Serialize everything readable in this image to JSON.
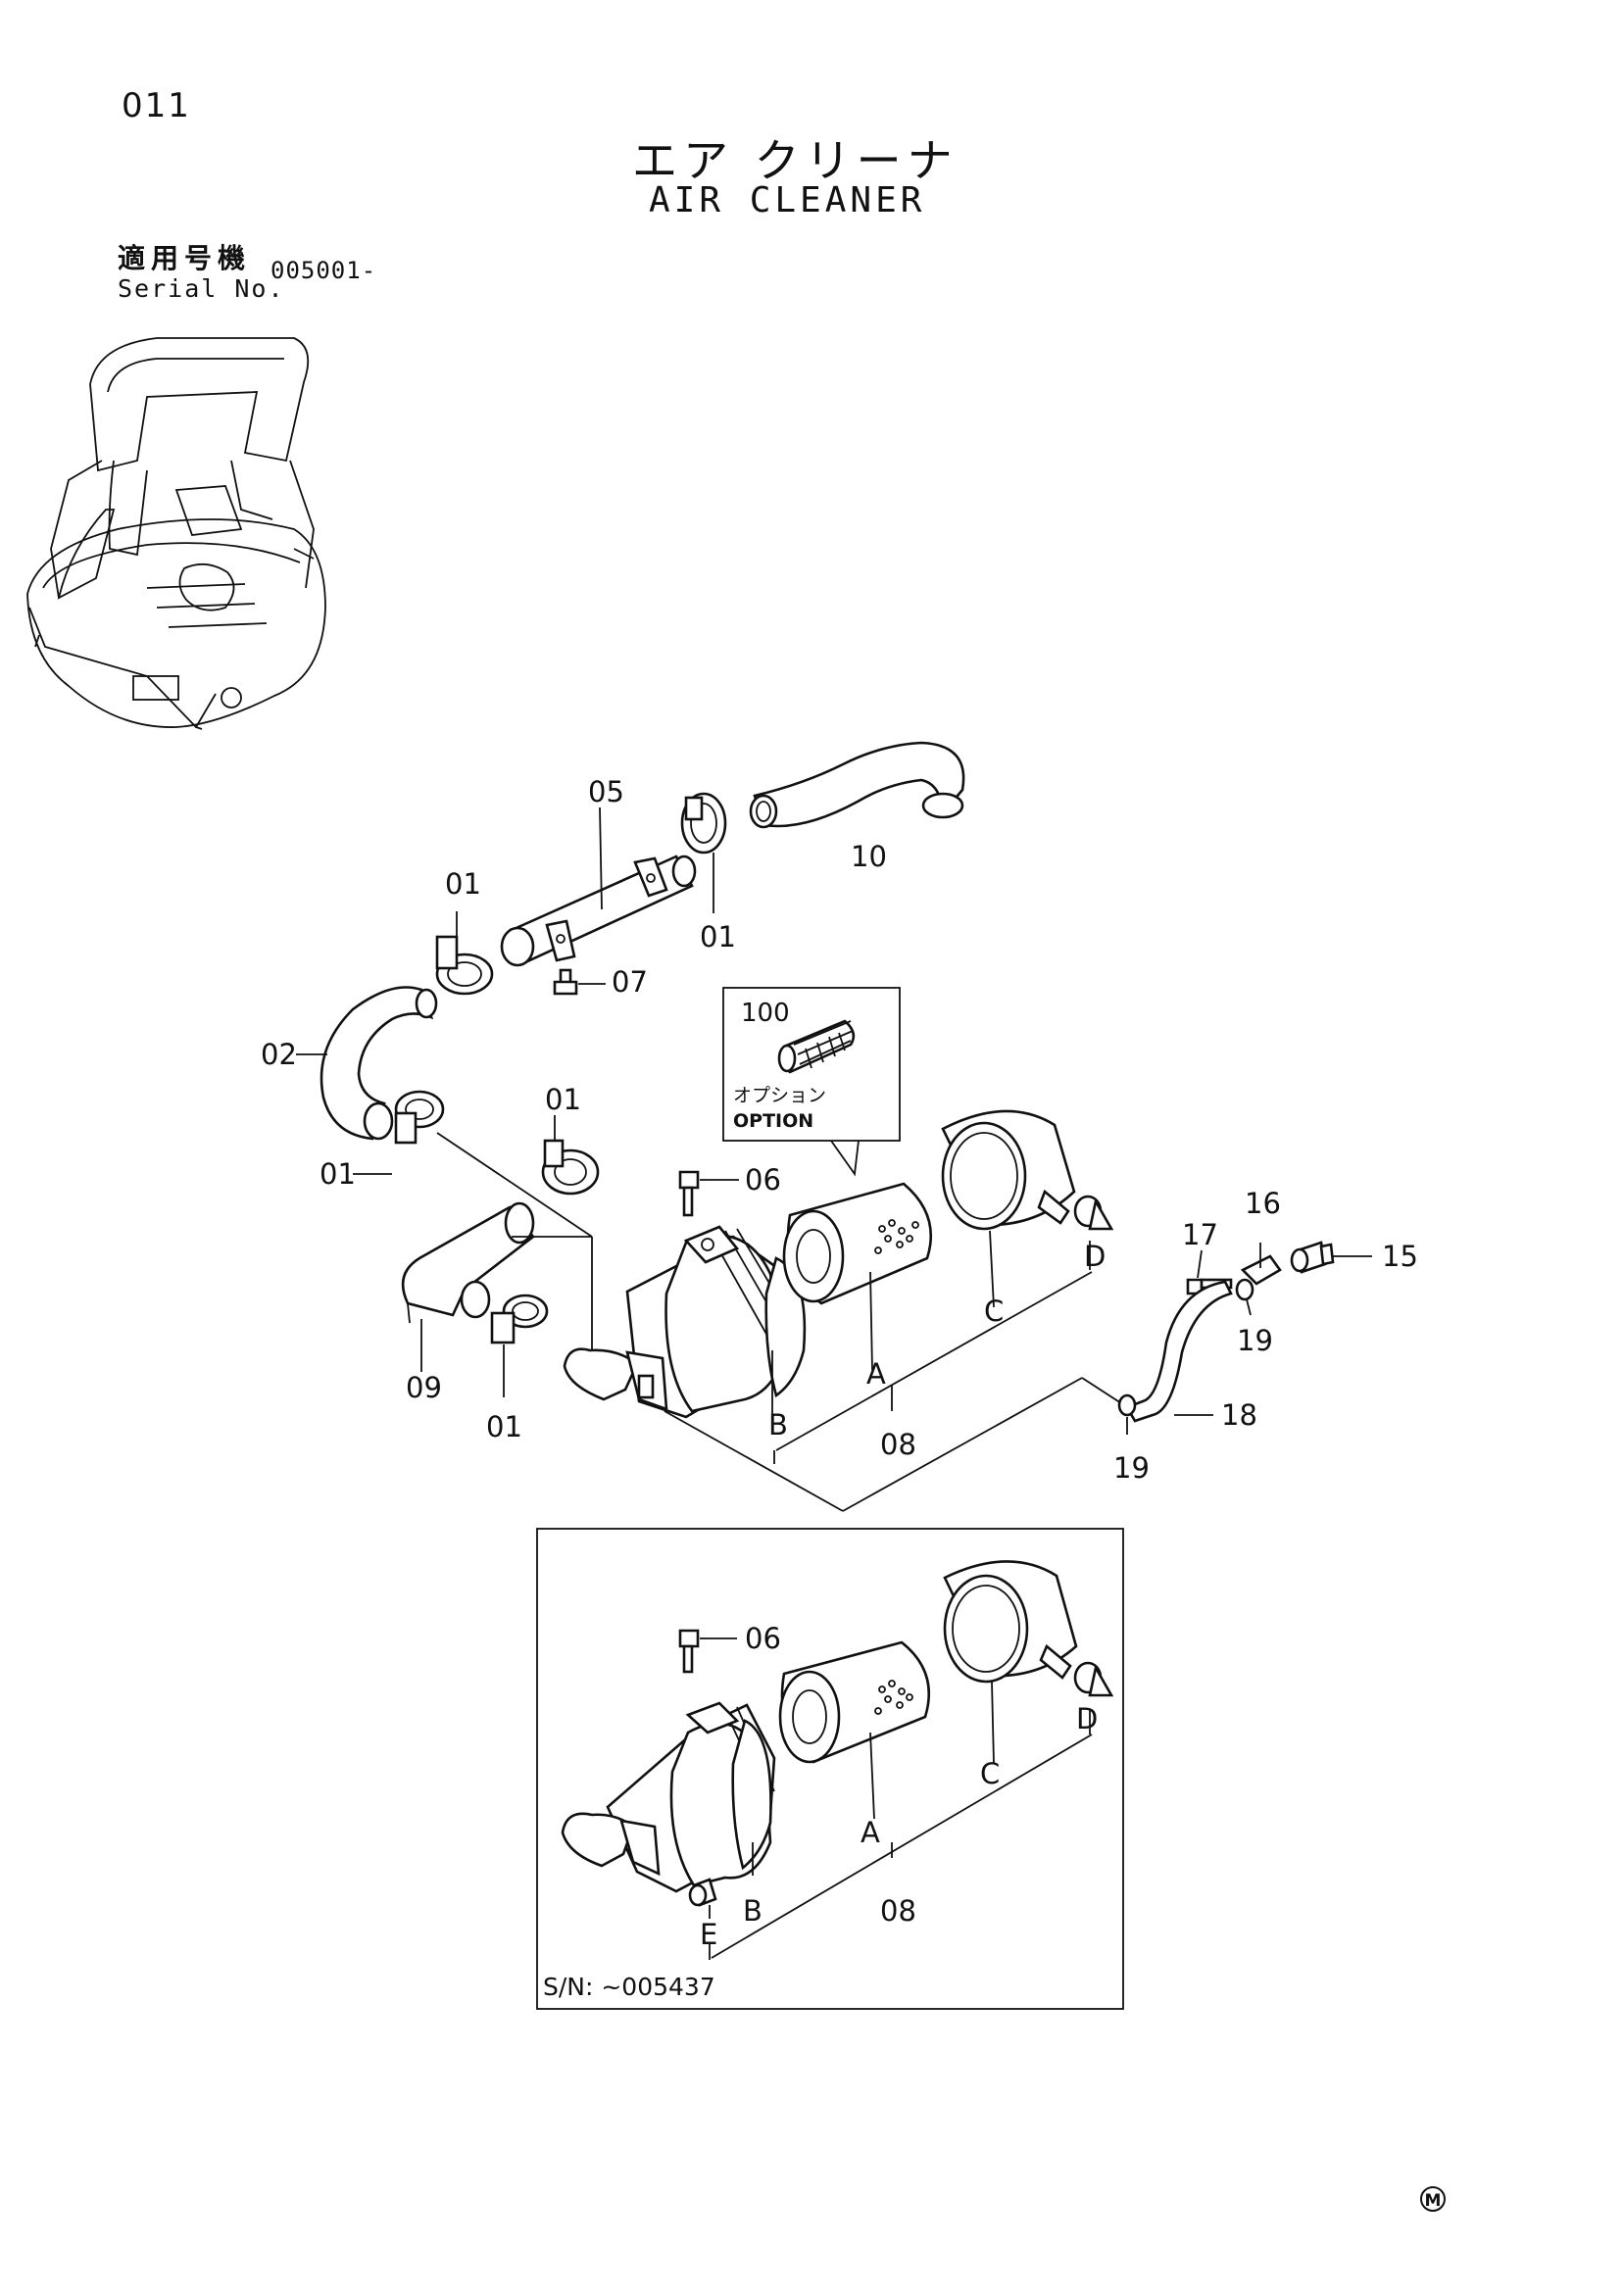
{
  "page_number": "011",
  "title_jp": "エア クリーナ",
  "title_en": "AIR CLEANER",
  "serial": {
    "label_jp": "適用号機",
    "label_en": "Serial No.",
    "value": "005001-"
  },
  "option_box": {
    "part": "100",
    "label_jp": "オプション",
    "label_en": "OPTION"
  },
  "inset": {
    "sn_label": "S/N: ~005437"
  },
  "footer_mark": "M",
  "labels": {
    "p01a": "01",
    "p01b": "01",
    "p01c": "01",
    "p01d": "01",
    "p01e": "01",
    "p02": "02",
    "p05": "05",
    "p06": "06",
    "p07": "07",
    "p08": "08",
    "p09": "09",
    "p10": "10",
    "p15": "15",
    "p16": "16",
    "p17": "17",
    "p18": "18",
    "p19a": "19",
    "p19b": "19",
    "A": "A",
    "B": "B",
    "C": "C",
    "D": "D",
    "i06": "06",
    "i08": "08",
    "iA": "A",
    "iB": "B",
    "iC": "C",
    "iD": "D",
    "iE": "E"
  }
}
